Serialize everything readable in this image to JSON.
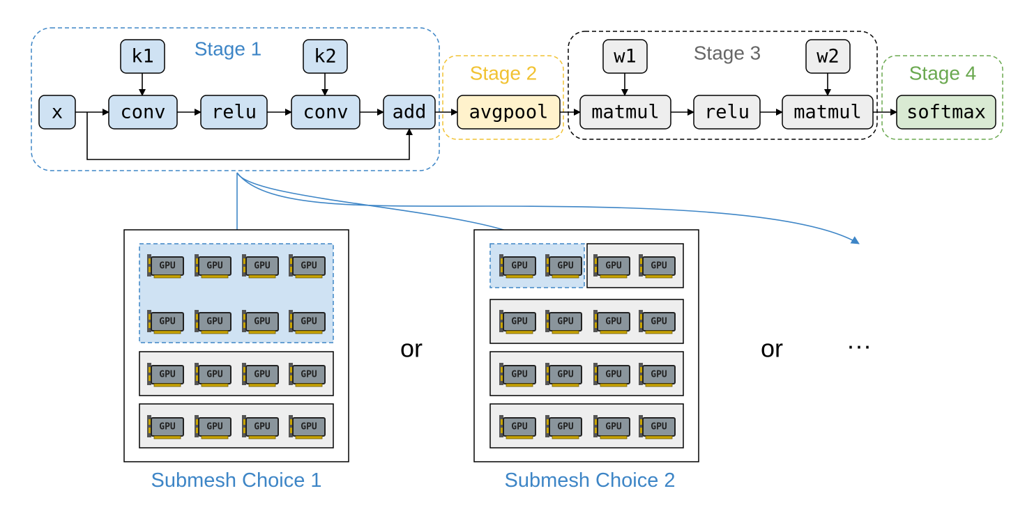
{
  "colors": {
    "stage1": "#3d85c6",
    "stage1_fill": "#cfe2f3",
    "stage2": "#f1c232",
    "stage2_fill": "#fff2cc",
    "stage3": "#000000",
    "stage3_fill": "#eeeeee",
    "stage3_label": "#666666",
    "stage4": "#6aa84f",
    "stage4_fill": "#d9ead3"
  },
  "stages": [
    {
      "label": "Stage 1"
    },
    {
      "label": "Stage 2"
    },
    {
      "label": "Stage 3"
    },
    {
      "label": "Stage 4"
    }
  ],
  "nodes": {
    "x": "x",
    "k1": "k1",
    "conv1": "conv",
    "relu1": "relu",
    "k2": "k2",
    "conv2": "conv",
    "add": "add",
    "avgpool": "avgpool",
    "w1": "w1",
    "matmul1": "matmul",
    "relu2": "relu",
    "w2": "w2",
    "matmul2": "matmul",
    "softmax": "softmax"
  },
  "gpu_icon": {
    "icon": "gpu-card-icon",
    "label": "GPU"
  },
  "submeshes": [
    {
      "label": "Submesh Choice 1",
      "gpus_per_row": 4,
      "rows": 4,
      "stage1_gpus": 8
    },
    {
      "label": "Submesh Choice 2",
      "gpus_per_row": 4,
      "rows": 4,
      "stage1_gpus": 2
    }
  ],
  "separators": [
    "or",
    "or"
  ],
  "ellipsis": "···"
}
